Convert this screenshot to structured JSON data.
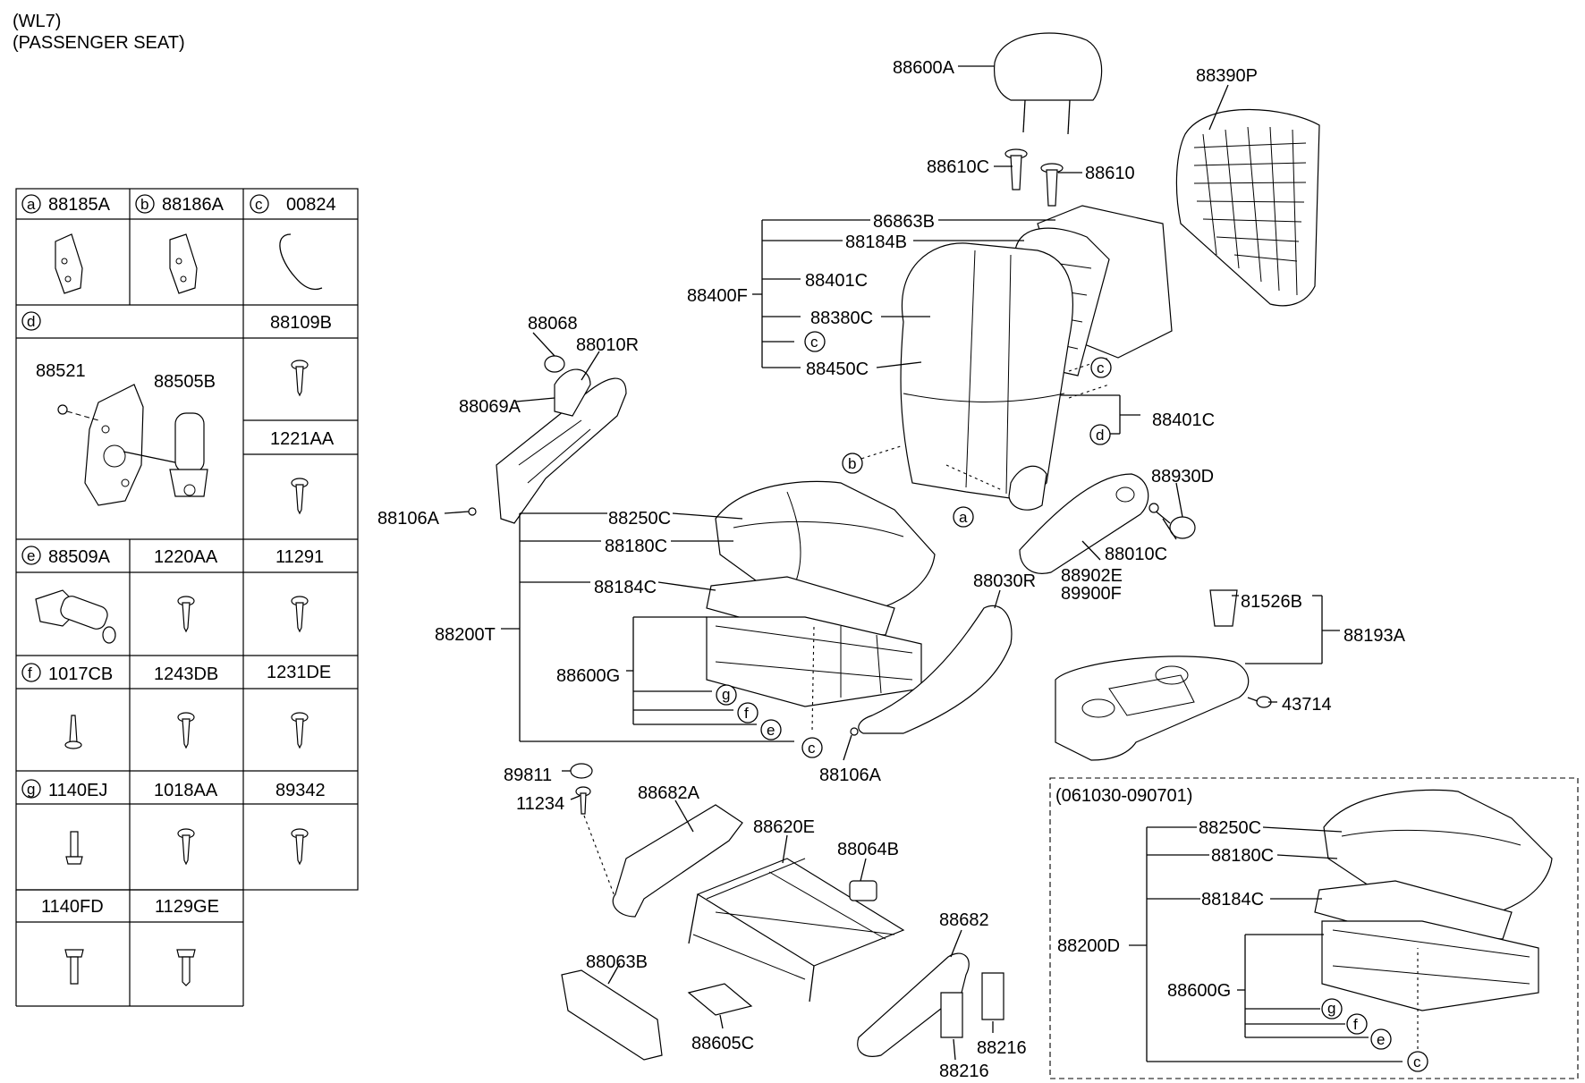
{
  "header": {
    "model": "(WL7)",
    "seat": "(PASSENGER SEAT)"
  },
  "table": {
    "cells": {
      "r1c1_letter": "a",
      "r1c1": "88185A",
      "r1c2_letter": "b",
      "r1c2": "88186A",
      "r1c3_letter": "c",
      "r1c3": "00824",
      "r2c1_letter": "d",
      "r2c3": "88109B",
      "d_sub1": "88521",
      "d_sub2": "88505B",
      "r3c3": "1221AA",
      "r4c1_letter": "e",
      "r4c1": "88509A",
      "r4c2": "1220AA",
      "r4c3": "11291",
      "r5c1_letter": "f",
      "r5c1": "1017CB",
      "r5c2": "1243DB",
      "r5c3": "1231DE",
      "r6c1_letter": "g",
      "r6c1": "1140EJ",
      "r6c2": "1018AA",
      "r6c3": "89342",
      "r7c1": "1140FD",
      "r7c2": "1129GE"
    }
  },
  "labels": {
    "l88600A": "88600A",
    "l88390P": "88390P",
    "l88610C": "88610C",
    "l88610": "88610",
    "l86863B": "86863B",
    "l88184B": "88184B",
    "l88401C_top": "88401C",
    "l88400F": "88400F",
    "l88380C": "88380C",
    "l88450C": "88450C",
    "l88401C_right": "88401C",
    "l88068": "88068",
    "l88010R": "88010R",
    "l88069A": "88069A",
    "l88106A_left": "88106A",
    "l88250C": "88250C",
    "l88180C": "88180C",
    "l88184C": "88184C",
    "l88200T": "88200T",
    "l88600G": "88600G",
    "l88930D": "88930D",
    "l88010C": "88010C",
    "l88902E": "88902E",
    "l89900F": "89900F",
    "l88030R": "88030R",
    "l81526B": "81526B",
    "l88193A": "88193A",
    "l43714": "43714",
    "l88106A_mid": "88106A",
    "l89811": "89811",
    "l11234": "11234",
    "l88682A": "88682A",
    "l88620E": "88620E",
    "l88064B": "88064B",
    "l88682": "88682",
    "l88063B": "88063B",
    "l88605C": "88605C",
    "l88216_a": "88216",
    "l88216_b": "88216"
  },
  "callouts": {
    "c_a": "a",
    "c_b": "b",
    "c_c1": "c",
    "c_c2": "c",
    "c_c3": "c",
    "c_d": "d",
    "c_e": "e",
    "c_f": "f",
    "c_g": "g"
  },
  "inset": {
    "title": "(061030-090701)",
    "l88250C": "88250C",
    "l88180C": "88180C",
    "l88184C": "88184C",
    "l88200D": "88200D",
    "l88600G": "88600G",
    "c_g": "g",
    "c_f": "f",
    "c_e": "e",
    "c_c": "c"
  }
}
